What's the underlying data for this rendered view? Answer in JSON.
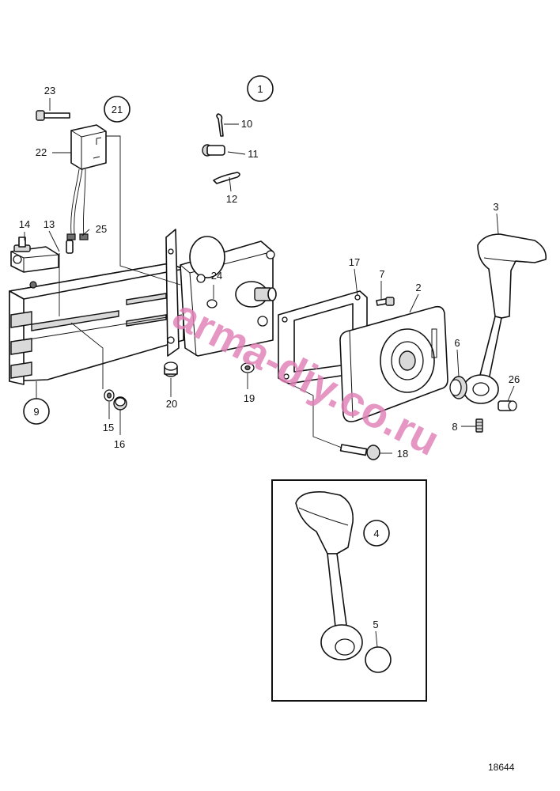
{
  "watermark": "arma-diy.co.ru",
  "reference_number": "18644",
  "callouts": {
    "c1": "1",
    "c2": "2",
    "c3": "3",
    "c4": "4",
    "c5": "5",
    "c6": "6",
    "c7": "7",
    "c8": "8",
    "c9": "9",
    "c10": "10",
    "c11": "11",
    "c12": "12",
    "c13": "13",
    "c14": "14",
    "c15": "15",
    "c16": "16",
    "c17": "17",
    "c18": "18",
    "c19": "19",
    "c20": "20",
    "c21": "21",
    "c22": "22",
    "c23": "23",
    "c24": "24",
    "c25": "25",
    "c26": "26"
  }
}
